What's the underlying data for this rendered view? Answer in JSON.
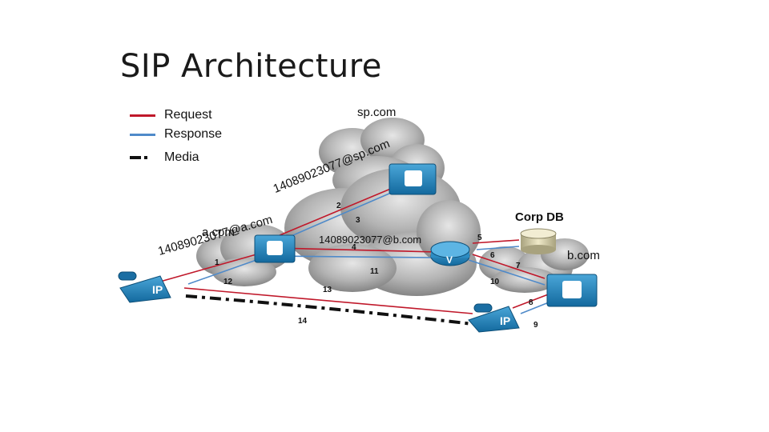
{
  "title": "SIP Architecture",
  "legend": {
    "request": "Request",
    "response": "Response",
    "media": "Media"
  },
  "domains": {
    "sp": "sp.com",
    "a": "a.com",
    "b": "b.com",
    "corp_db": "Corp DB"
  },
  "uris": {
    "a_com": "14089023077@a.com",
    "sp_com": "14089023077@sp.com",
    "b_com": "14089023077@b.com"
  },
  "steps": [
    "1",
    "2",
    "3",
    "4",
    "5",
    "6",
    "7",
    "8",
    "9",
    "10",
    "11",
    "12",
    "13",
    "14"
  ],
  "device_labels": {
    "phone_left": "IP",
    "phone_right": "IP",
    "router": "V"
  },
  "colors": {
    "request": "#c0182a",
    "response": "#4f8ac9",
    "media": "#111111",
    "cloud": "#9a9a9a",
    "device": "#1f7fb6"
  }
}
